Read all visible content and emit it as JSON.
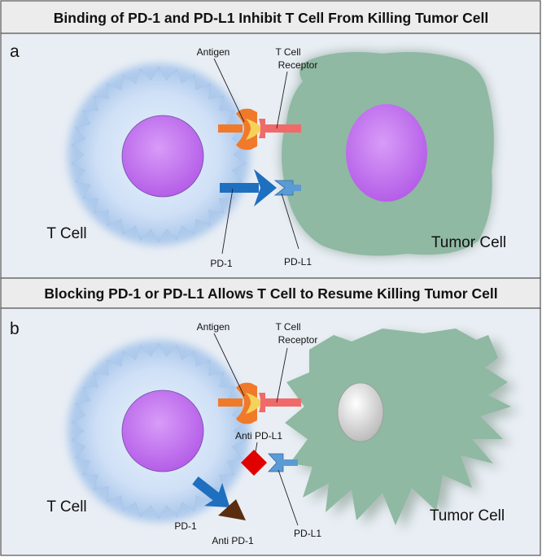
{
  "panel_a": {
    "title": "Binding of PD-1 and PD-L1 Inhibit T Cell From Killing Tumor Cell",
    "letter": "a",
    "labels": {
      "antigen": "Antigen",
      "tcr_line1": "T Cell",
      "tcr_line2": "Receptor",
      "t_cell": "T Cell",
      "tumor_cell": "Tumor Cell",
      "pd1": "PD-1",
      "pdl1": "PD-L1"
    }
  },
  "panel_b": {
    "title": "Blocking PD-1 or PD-L1 Allows T Cell to Resume Killing Tumor Cell",
    "letter": "b",
    "labels": {
      "antigen": "Antigen",
      "tcr_line1": "T Cell",
      "tcr_line2": "Receptor",
      "anti_pdl1": "Anti PD-L1",
      "t_cell": "T Cell",
      "tumor_cell": "Tumor Cell",
      "pd1": "PD-1",
      "anti_pd1": "Anti PD-1",
      "pdl1": "PD-L1"
    }
  },
  "colors": {
    "panel_bg": "#e9eef4",
    "header_bg": "#ececec",
    "t_cell_fill": "#c8dcf4",
    "t_cell_nucleus": "#c47ef0",
    "tumor_fill": "#8fb9a2",
    "tumor_nucleus": "#c47ef0",
    "dead_nucleus": "#d9d9d9",
    "antigen_orange": "#f07a2a",
    "antigen_yellow": "#f5d25a",
    "tcr_red": "#f06a6a",
    "pd1_blue": "#1f6fc0",
    "pdl1_blue": "#5b9bd5",
    "anti_pdl1_red": "#e00000",
    "anti_pd1_brown": "#5a2d10"
  }
}
